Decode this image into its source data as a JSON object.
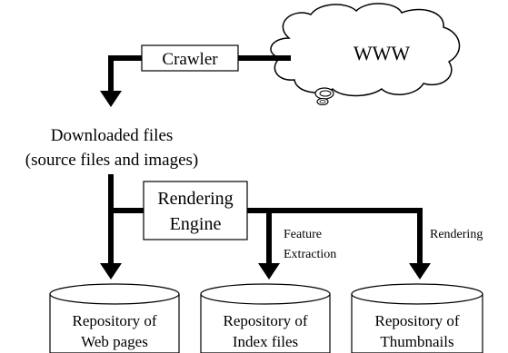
{
  "nodes": {
    "crawler": "Crawler",
    "www": "WWW",
    "downloaded_line1": "Downloaded files",
    "downloaded_line2": "(source files and images)",
    "rendering_engine_line1": "Rendering",
    "rendering_engine_line2": "Engine"
  },
  "edge_labels": {
    "feature_line1": "Feature",
    "feature_line2": "Extraction",
    "rendering": "Rendering"
  },
  "repositories": [
    {
      "line1": "Repository of",
      "line2": "Web pages"
    },
    {
      "line1": "Repository of",
      "line2": "Index files"
    },
    {
      "line1": "Repository of",
      "line2": "Thumbnails"
    }
  ]
}
